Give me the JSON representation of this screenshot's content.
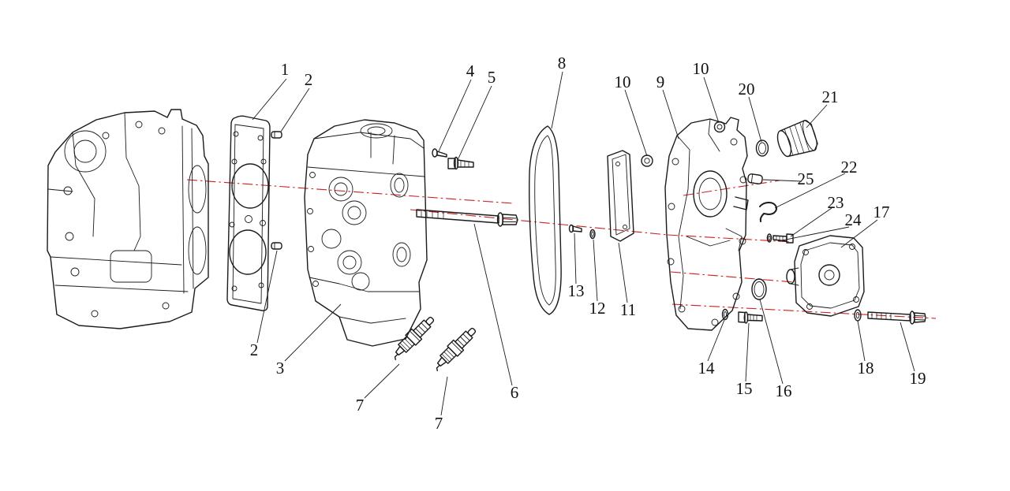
{
  "diagram": {
    "type": "exploded-parts-diagram",
    "subject": "outboard-engine-cylinder-head-assembly",
    "colors": {
      "background": "#ffffff",
      "line": "#1b1b1b",
      "centerline": "#c9221e",
      "label": "#111111"
    },
    "callouts": [
      {
        "label": "1"
      },
      {
        "label": "2"
      },
      {
        "label": "4"
      },
      {
        "label": "5"
      },
      {
        "label": "8"
      },
      {
        "label": "10"
      },
      {
        "label": "9"
      },
      {
        "label": "10"
      },
      {
        "label": "20"
      },
      {
        "label": "21"
      },
      {
        "label": "22"
      },
      {
        "label": "25"
      },
      {
        "label": "23"
      },
      {
        "label": "24"
      },
      {
        "label": "17"
      },
      {
        "label": "13"
      },
      {
        "label": "12"
      },
      {
        "label": "11"
      },
      {
        "label": "2"
      },
      {
        "label": "3"
      },
      {
        "label": "7"
      },
      {
        "label": "7"
      },
      {
        "label": "6"
      },
      {
        "label": "14"
      },
      {
        "label": "15"
      },
      {
        "label": "16"
      },
      {
        "label": "18"
      },
      {
        "label": "19"
      }
    ]
  }
}
